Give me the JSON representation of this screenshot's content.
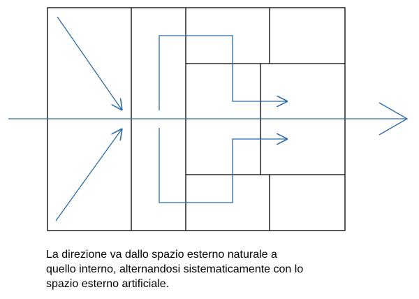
{
  "caption": {
    "lines": [
      "La direzione va dallo spazio esterno naturale a",
      "quello interno, alternandosi sistematicamente con lo",
      "spazio esterno artificiale."
    ]
  },
  "colors": {
    "grid": "#000000",
    "arrows": "#2b6aa6",
    "text": "#000000"
  }
}
